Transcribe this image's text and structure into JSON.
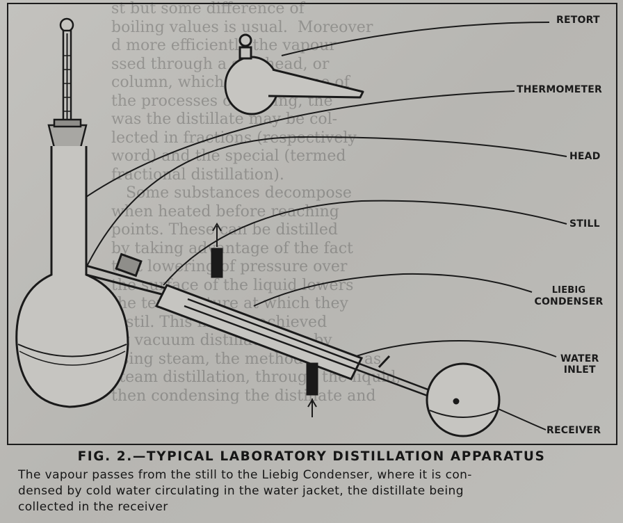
{
  "figure": {
    "labels": {
      "retort": "RETORT",
      "thermometer": "THERMOMETER",
      "head": "HEAD",
      "still": "STILL",
      "liebig_line1": "LIEBIG",
      "liebig_line2": "CONDENSER",
      "water_line1": "WATER",
      "water_line2": "INLET",
      "receiver": "RECEIVER"
    },
    "bleed_through": [
      "st but some difference of",
      "boiling values is usual.  Moreover",
      "d more efficiently the vapour",
      "ssed through a still head, or",
      "column, which sets up some of",
      "the processes occurring, the",
      "was the distillate may be col-",
      "lected in fractions (respectively",
      "word) and the special (termed",
      "fractional distillation).",
      "   Some substances decompose",
      "when heated before reaching",
      "points. These can be distilled",
      "by taking advantage of the fact",
      "that lowering of pressure over",
      "the surface of the liquid lowers",
      "the temperature at which they",
      "distil. This may be achieved",
      "by vacuum distillation, or by",
      "using steam, the method known as",
      "steam distillation, through the liquid,",
      "then condensing the distillate and"
    ]
  },
  "caption": {
    "title": "FIG. 2.—TYPICAL LABORATORY DISTILLATION APPARATUS",
    "lines": [
      "The vapour passes from the still to the Liebig Condenser, where it is con-",
      "densed by cold water circulating in the water jacket, the distillate being",
      "collected in the receiver"
    ]
  }
}
